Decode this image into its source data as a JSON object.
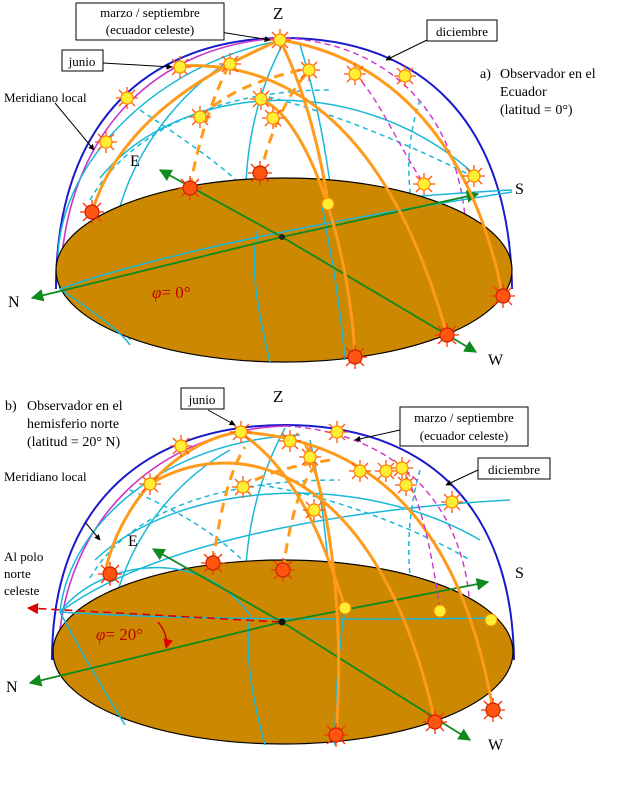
{
  "panel_a": {
    "letter": "a)",
    "observer_line1": "Observador en el",
    "observer_line2": "Ecuador",
    "observer_line3": "(latitud = 0°)",
    "zenith": "Z",
    "north": "N",
    "south": "S",
    "east": "E",
    "west": "W",
    "june": "junio",
    "equinox_line1": "marzo / septiembre",
    "equinox_line2": "(ecuador celeste)",
    "december": "diciembre",
    "meridian": "Meridiano local",
    "phi_symbol": "φ",
    "phi_value": "= 0°"
  },
  "panel_b": {
    "letter": "b)",
    "observer_line1": "Observador en el",
    "observer_line2": "hemisferio norte",
    "observer_line3": "(latitud = 20° N)",
    "zenith": "Z",
    "north": "N",
    "south": "S",
    "east": "E",
    "west": "W",
    "june": "junio",
    "equinox_line1": "marzo / septiembre",
    "equinox_line2": "(ecuador celeste)",
    "december": "diciembre",
    "meridian": "Meridiano local",
    "pole_line1": "Al polo",
    "pole_line2": "norte",
    "pole_line3": "celeste",
    "phi_symbol": "φ",
    "phi_value": "= 20°"
  },
  "colors": {
    "ground": "#cc8800",
    "sun_path": "#ff9a1a",
    "celestial_grid": "#1ab8d8",
    "horizon_axes": "#0f8a1f",
    "dome_outline": "#1a1acc",
    "meridian": "#cc33cc",
    "sun_fill": "#ffee33",
    "sun_low": "#ff5511",
    "pole_arrow": "#dd0000"
  }
}
